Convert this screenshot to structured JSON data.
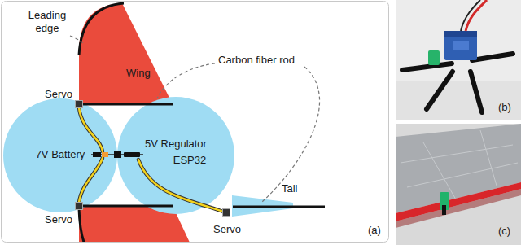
{
  "diagram": {
    "nodes": [
      {
        "text": [
          "Wing"
        ]
      },
      {
        "text": [
          "7V Battery"
        ]
      },
      {
        "text": [
          "5V Regulator",
          "ESP32"
        ]
      },
      {
        "text": [
          "Tail"
        ]
      }
    ],
    "labels": [
      "Leading edge",
      "Carbon fiber rod",
      "Servo",
      "Servo",
      "Servo",
      "(a)",
      "(b)",
      "(c)"
    ]
  }
}
